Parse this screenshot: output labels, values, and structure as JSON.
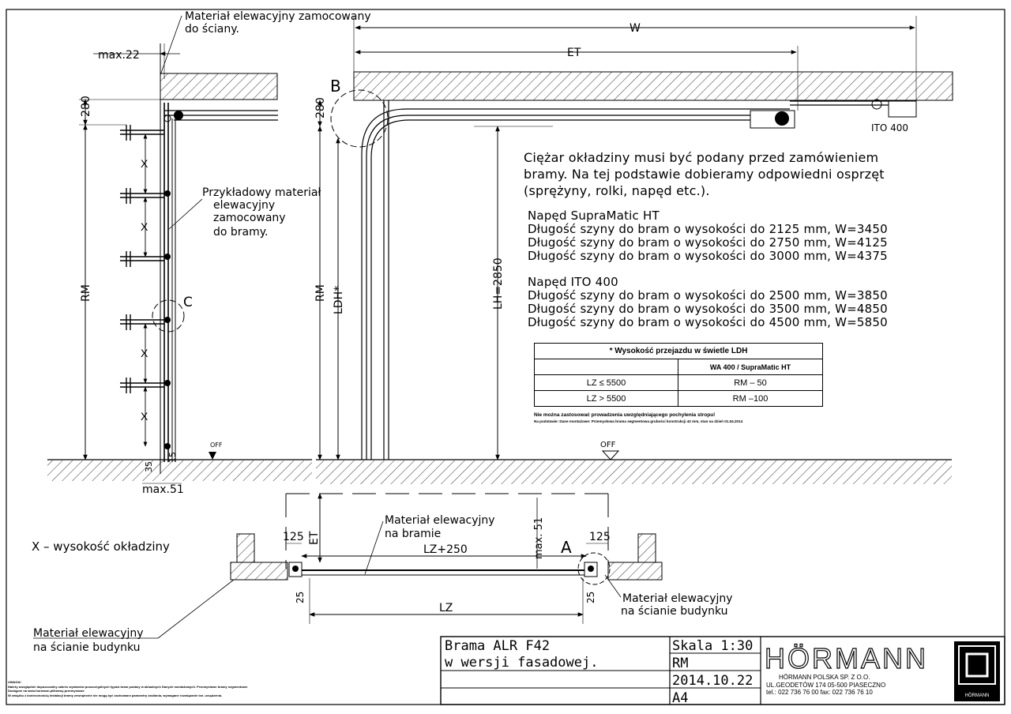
{
  "labels": {
    "wall_material": [
      "Materiał elewacyjny zamocowany",
      "do ściany."
    ],
    "max22": "max.22",
    "dim280_left": "280",
    "dim280_mid": "280",
    "x_mark": "X",
    "rm_left": "RM",
    "rm_mid": "RM",
    "ldh": "LDH*",
    "lh": "LH=2850",
    "detail_b": "B",
    "detail_c": "C",
    "detail_a": "A",
    "gate_material_example": [
      "Przykładowy materiał",
      "elewacyjny",
      "zamocowany",
      "do bramy."
    ],
    "w": "W",
    "et_top": "ET",
    "et_plan": "ET",
    "ito400": "ITO 400",
    "off_left": "OFF",
    "off_right": "OFF",
    "dim35": "35",
    "dim15": "15",
    "max51": "max.51",
    "max51_plan": "max. 51",
    "x_legend": "X – wysokość okładziny",
    "plan_gate_material": [
      "Materiał elewacyjny",
      "na bramie"
    ],
    "dim125_left": "125",
    "dim125_right": "125",
    "lz250": "LZ+250",
    "lz": "LZ",
    "dim25_left": "25",
    "dim25_right": "25",
    "plan_wall_material": [
      "Materiał elewacyjny",
      "na ścianie budynku"
    ],
    "left_wall_material": [
      "Materiał elewacyjny",
      "na ścianie budynku"
    ]
  },
  "weight_note": [
    "Ciężar okładziny musi być podany przed zamówieniem",
    "bramy. Na tej podstawie dobieramy odpowiedni osprzęt",
    "(sprężyny, rolki, napęd etc.)."
  ],
  "drives": [
    {
      "title": "Napęd SupraMatic HT",
      "lines": [
        "Długość szyny do bram o wysokości do 2125 mm, W=3450",
        "Długość szyny do bram o wysokości do 2750 mm, W=4125",
        "Długość szyny do bram o wysokości do 3000 mm, W=4375"
      ]
    },
    {
      "title": "Napęd ITO 400",
      "lines": [
        "Długość szyny do bram o wysokości do 2500 mm, W=3850",
        "Długość szyny do bram o wysokości do 3500 mm, W=4850",
        "Długość szyny do bram o wysokości do 4500 mm, W=5850"
      ]
    }
  ],
  "ldh_table": {
    "title": "* Wysokość przejazdu w świetle LDH",
    "column_header": "WA 400 / SupraMatic HT",
    "rows": [
      {
        "condition": "LZ ≤ 5500",
        "value": "RM  – 50"
      },
      {
        "condition": "LZ > 5500",
        "value": "RM  –100"
      }
    ],
    "notes": [
      "Nie można zastosować prowadzenia uwzględniającego pochylenia stropu!",
      "Na podstawie: Dane montażowe: Przemysłowa brama segmentowa grubości konstrukcji 42 mm, stan na dzień 01.04.2014"
    ]
  },
  "title_block": {
    "title_line1": "Brama ALR F42",
    "title_line2": "w wersji fasadowej.",
    "scale": "Skala 1:30",
    "rm": "RM",
    "date": "2014.10.22",
    "format": "A4"
  },
  "company": {
    "brand": "HÖRMANN",
    "name": "HÖRMANN POLSKA SP. Z O.O.",
    "address": "UL.GEODETÓW 174     05-500 PIASECZNO",
    "phone": "tel.: 022 736 76 00 fax: 022 736 76 10",
    "logo_caption": "HÖRMANN"
  },
  "bottom_notes": [
    "UWAGA!",
    "Należy uwzględnić dopuszczalny zakres wymiarów poszczególnych typów bram podany w aktualnych Danych montażowych. Przemysłowe bramy segmentowe.",
    "Dostępne na www.hormann.pl/bramy-przemyslowe",
    "W związku z koniecznością instalacji bramy zewnętrznie nie mogą być zachowane parametry zasilania, wymagane rozwiązanie tzn. urządzenia."
  ]
}
